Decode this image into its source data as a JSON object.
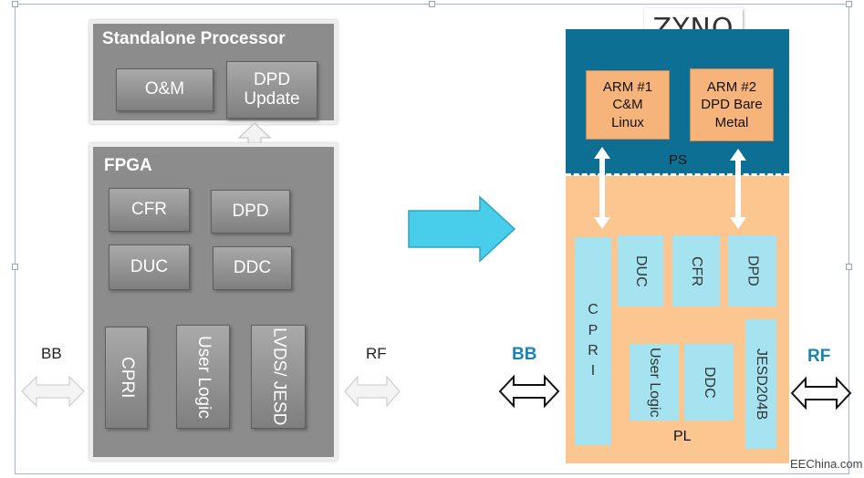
{
  "left_diagram": {
    "standalone_title": "Standalone Processor",
    "om": "O&M",
    "dpd_update": "DPD Update",
    "fpga_title": "FPGA",
    "cfr": "CFR",
    "dpd": "DPD",
    "duc": "DUC",
    "ddc": "DDC",
    "cpri": "CPRI",
    "user_logic": "User Logic",
    "lvds_jesd": "LVDS/ JESD",
    "bb": "BB",
    "rf": "RF"
  },
  "right_diagram": {
    "logo": "ZYNQ",
    "arm1": "ARM #1 C&M Linux",
    "arm2": "ARM #2 DPD Bare Metal",
    "ps": "PS",
    "pl": "PL",
    "cpri": "C P R I",
    "duc": "DUC",
    "cfr": "CFR",
    "dpd": "DPD",
    "user_logic": "User Logic",
    "ddc": "DDC",
    "jesd": "JESD204B",
    "bb": "BB",
    "rf": "RF"
  },
  "watermark": "EEChina.com",
  "colors": {
    "ps_blue": "#0d6f94",
    "pl_orange": "#fbc68f",
    "cyan": "#a5e3f1",
    "arrow_cyan": "#48cdea",
    "teal_text": "#1a85b3"
  }
}
